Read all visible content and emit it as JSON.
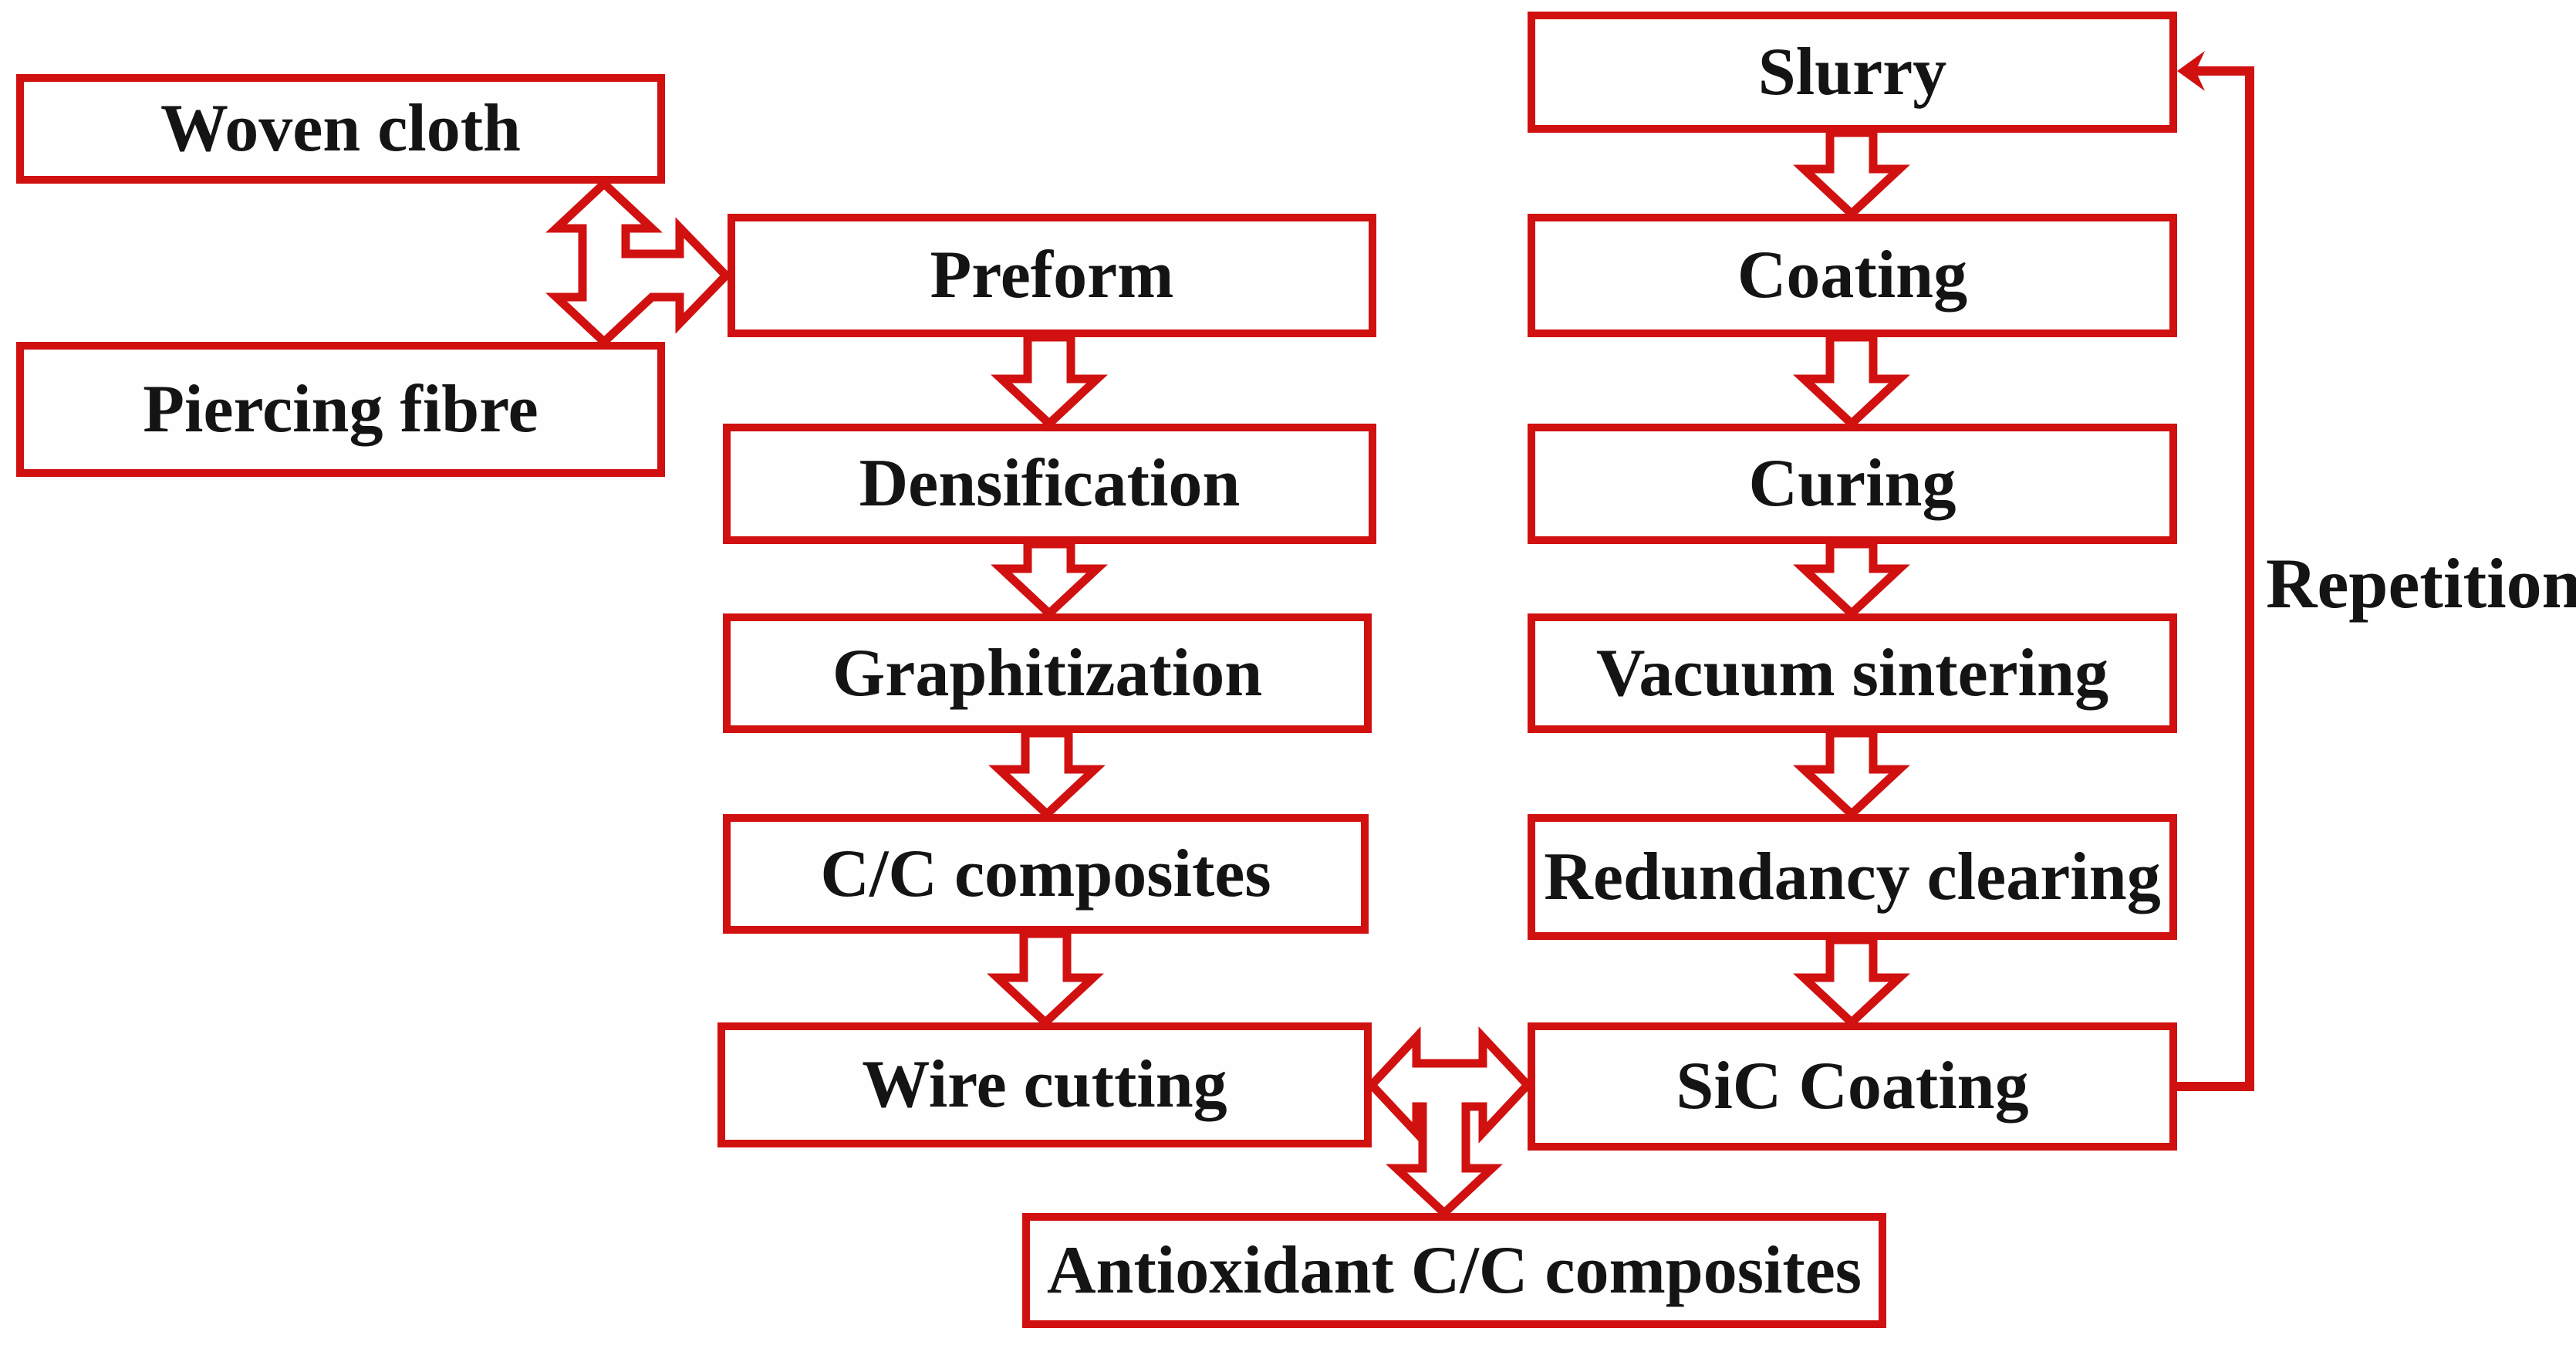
{
  "diagram": {
    "background_color": "#ffffff",
    "accent_color": "#d11010",
    "text_color": "#141414",
    "nodes": [
      {
        "id": "woven-cloth",
        "label": "Woven cloth"
      },
      {
        "id": "piercing-fibre",
        "label": "Piercing fibre"
      },
      {
        "id": "preform",
        "label": "Preform"
      },
      {
        "id": "densification",
        "label": "Densification"
      },
      {
        "id": "graphitization",
        "label": "Graphitization"
      },
      {
        "id": "cc-composites",
        "label": "C/C composites"
      },
      {
        "id": "wire-cutting",
        "label": "Wire cutting"
      },
      {
        "id": "slurry",
        "label": "Slurry"
      },
      {
        "id": "coating",
        "label": "Coating"
      },
      {
        "id": "curing",
        "label": "Curing"
      },
      {
        "id": "vacuum-sintering",
        "label": "Vacuum sintering"
      },
      {
        "id": "redundancy-clearing",
        "label": "Redundancy clearing"
      },
      {
        "id": "sic-coating",
        "label": "SiC Coating"
      },
      {
        "id": "antioxidant-cc",
        "label": "Antioxidant C/C composites"
      }
    ],
    "loop_label": "Repetition",
    "edges": [
      {
        "from": "woven-cloth",
        "to": "piercing-fibre",
        "style": "double-headed-block-arrow"
      },
      {
        "from": "woven-cloth+piercing-fibre",
        "to": "preform",
        "style": "block-arrow-right"
      },
      {
        "from": "preform",
        "to": "densification",
        "style": "block-arrow-down"
      },
      {
        "from": "densification",
        "to": "graphitization",
        "style": "block-arrow-down"
      },
      {
        "from": "graphitization",
        "to": "cc-composites",
        "style": "block-arrow-down"
      },
      {
        "from": "cc-composites",
        "to": "wire-cutting",
        "style": "block-arrow-down"
      },
      {
        "from": "slurry",
        "to": "coating",
        "style": "block-arrow-down"
      },
      {
        "from": "coating",
        "to": "curing",
        "style": "block-arrow-down"
      },
      {
        "from": "curing",
        "to": "vacuum-sintering",
        "style": "block-arrow-down"
      },
      {
        "from": "vacuum-sintering",
        "to": "redundancy-clearing",
        "style": "block-arrow-down"
      },
      {
        "from": "redundancy-clearing",
        "to": "sic-coating",
        "style": "block-arrow-down"
      },
      {
        "from": "wire-cutting",
        "to": "sic-coating",
        "style": "double-headed-block-arrow"
      },
      {
        "from": "wire-cutting+sic-coating",
        "to": "antioxidant-cc",
        "style": "block-arrow-down"
      },
      {
        "from": "sic-coating",
        "to": "slurry",
        "style": "thin-line-loop",
        "label": "Repetition"
      }
    ]
  }
}
